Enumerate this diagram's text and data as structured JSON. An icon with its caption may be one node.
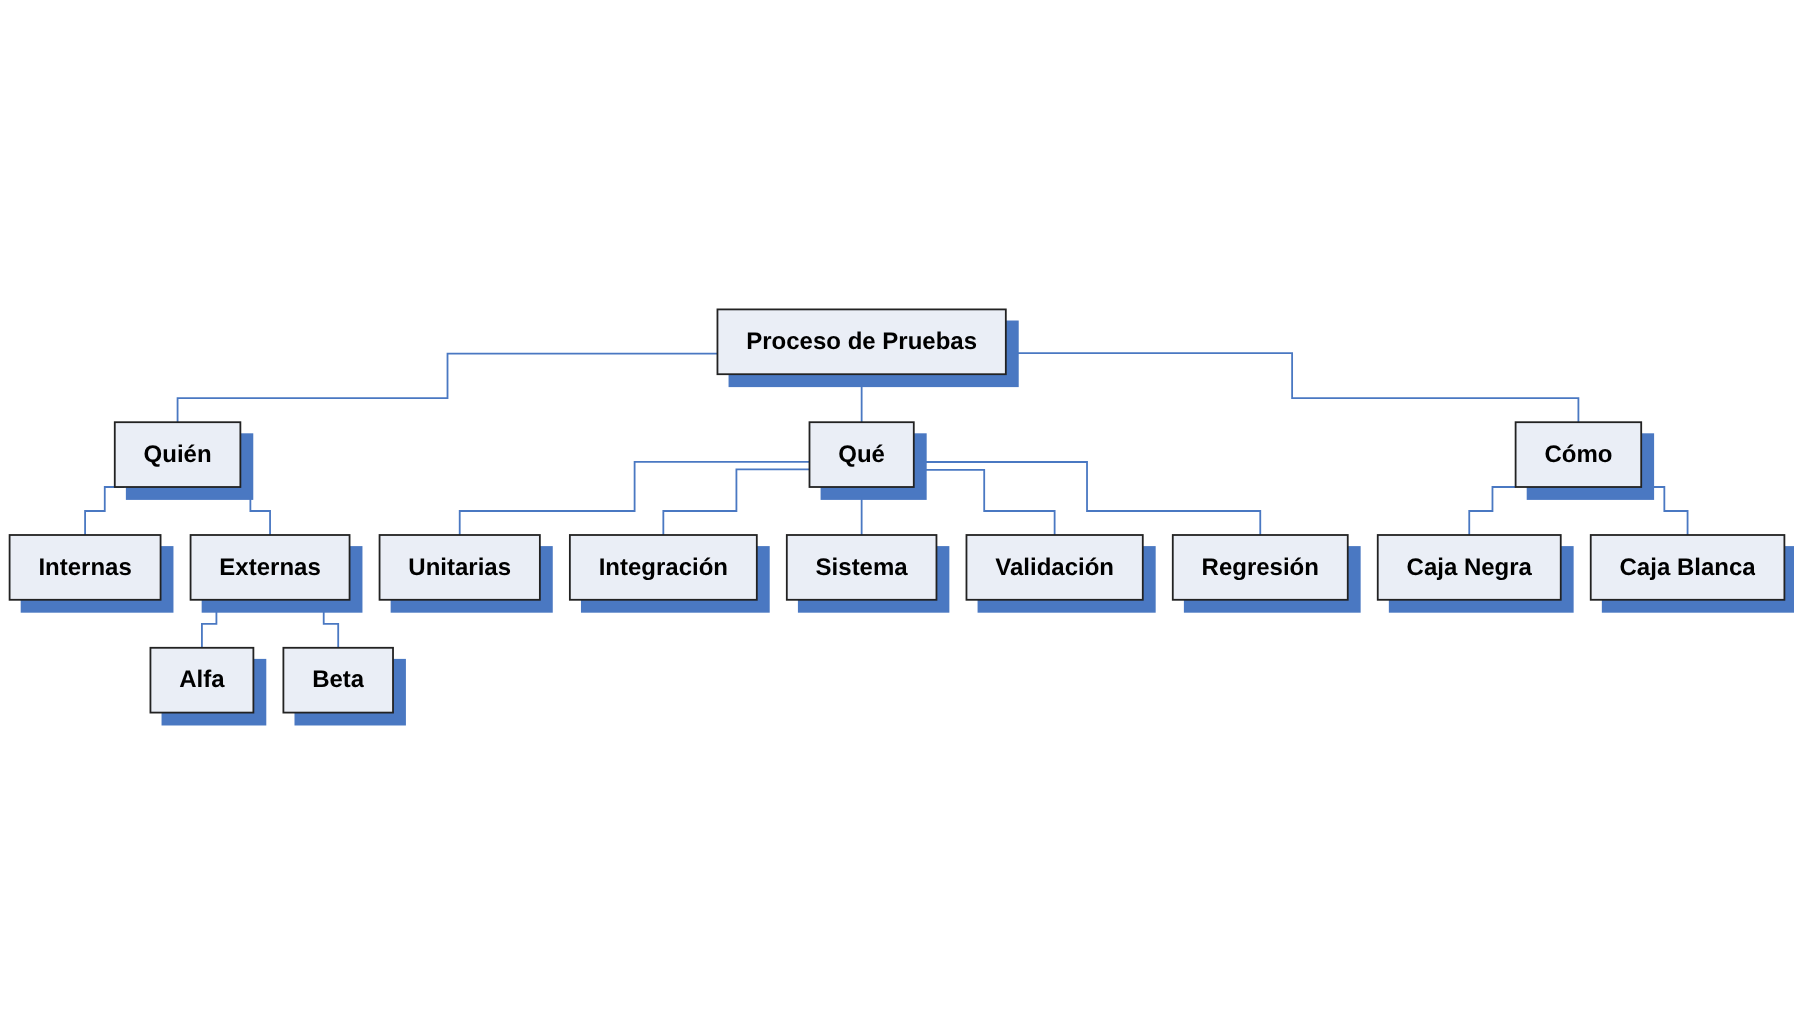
{
  "diagram": {
    "nodes": [
      {
        "text": [
          "Proceso de Pruebas"
        ]
      },
      {
        "text": [
          "Quién"
        ]
      },
      {
        "text": [
          "Qué"
        ]
      },
      {
        "text": [
          "Cómo"
        ]
      },
      {
        "text": [
          "Internas"
        ]
      },
      {
        "text": [
          "Externas"
        ]
      },
      {
        "text": [
          "Alfa"
        ]
      },
      {
        "text": [
          "Beta"
        ]
      },
      {
        "text": [
          "Unitarias"
        ]
      },
      {
        "text": [
          "Integración"
        ]
      },
      {
        "text": [
          "Sistema"
        ]
      },
      {
        "text": [
          "Validación"
        ]
      },
      {
        "text": [
          "Regresión"
        ]
      },
      {
        "text": [
          "Caja Negra"
        ]
      },
      {
        "text": [
          "Caja Blanca"
        ]
      }
    ],
    "edges": [
      {
        "from": 0,
        "to": 1,
        "arrow": "none"
      },
      {
        "from": 0,
        "to": 2,
        "arrow": "none"
      },
      {
        "from": 0,
        "to": 3,
        "arrow": "none"
      },
      {
        "from": 1,
        "to": 4,
        "arrow": "none"
      },
      {
        "from": 1,
        "to": 5,
        "arrow": "none"
      },
      {
        "from": 5,
        "to": 6,
        "arrow": "none"
      },
      {
        "from": 5,
        "to": 7,
        "arrow": "none"
      },
      {
        "from": 2,
        "to": 8,
        "arrow": "none"
      },
      {
        "from": 2,
        "to": 9,
        "arrow": "none"
      },
      {
        "from": 2,
        "to": 10,
        "arrow": "none"
      },
      {
        "from": 2,
        "to": 11,
        "arrow": "none"
      },
      {
        "from": 2,
        "to": 12,
        "arrow": "none"
      },
      {
        "from": 3,
        "to": 13,
        "arrow": "none"
      },
      {
        "from": 3,
        "to": 14,
        "arrow": "none"
      }
    ]
  }
}
